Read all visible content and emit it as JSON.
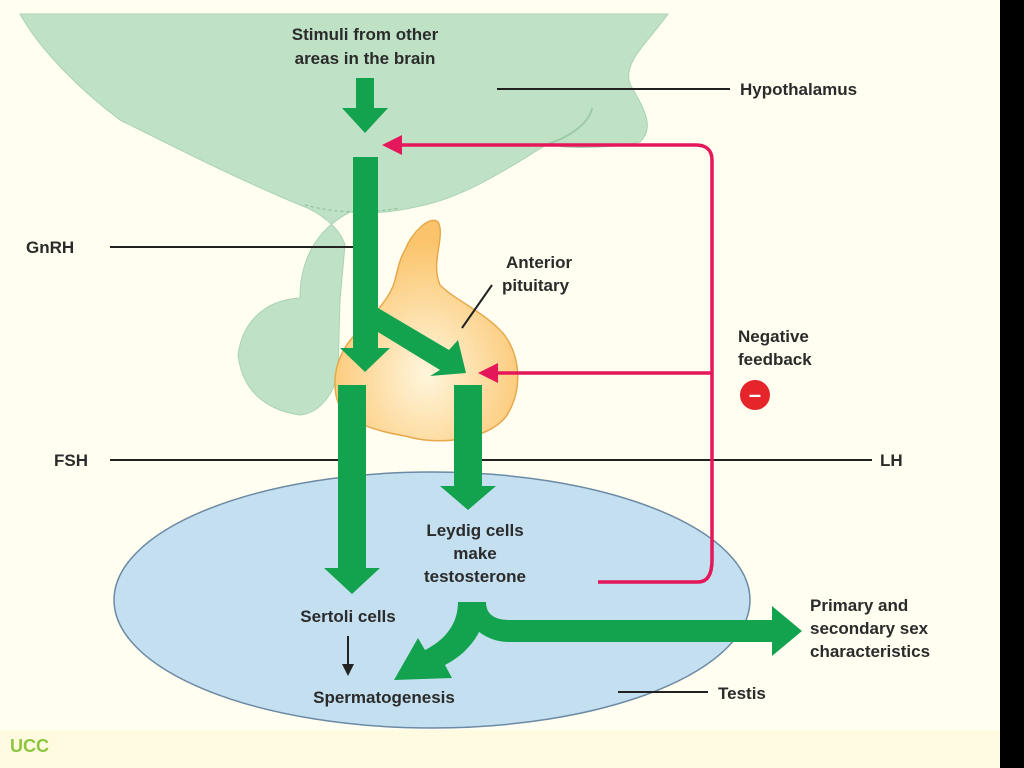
{
  "labels": {
    "stimuli_line1": "Stimuli from other",
    "stimuli_line2": "areas in the brain",
    "hypothalamus": "Hypothalamus",
    "gnrh": "GnRH",
    "anterior_line1": "Anterior",
    "anterior_line2": "pituitary",
    "negative_line1": "Negative",
    "negative_line2": "feedback",
    "minus_symbol": "–",
    "fsh": "FSH",
    "lh": "LH",
    "leydig_line1": "Leydig cells",
    "leydig_line2": "make",
    "leydig_line3": "testosterone",
    "sertoli": "Sertoli cells",
    "spermatogenesis": "Spermatogenesis",
    "testis": "Testis",
    "primary_line1": "Primary and",
    "primary_line2": "secondary sex",
    "primary_line3": "characteristics"
  },
  "footer": {
    "logo_text": "UCC"
  },
  "colors": {
    "hypothalamus_fill": "#bfe2c6",
    "pituitary_fill": "#fbc46c",
    "testis_fill": "#c3dff0",
    "hormone_arrow": "#13a34f",
    "feedback_arrow": "#e3175a",
    "minus_circle": "#e5252a"
  }
}
